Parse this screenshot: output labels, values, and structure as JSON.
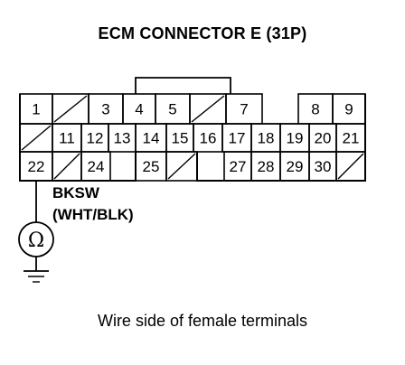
{
  "title": "ECM CONNECTOR E (31P)",
  "caption": "Wire side of female terminals",
  "connector": {
    "rows": [
      [
        {
          "label": "1"
        },
        {
          "label": "",
          "blank": true
        },
        {
          "label": "3"
        },
        {
          "label": "4"
        },
        {
          "label": "5"
        },
        {
          "label": "",
          "blank": true
        },
        {
          "label": "7"
        },
        {
          "label": "",
          "gap": true
        },
        {
          "label": "8"
        },
        {
          "label": "9"
        }
      ],
      [
        {
          "label": "",
          "blank": true
        },
        {
          "label": "11"
        },
        {
          "label": "12"
        },
        {
          "label": "13"
        },
        {
          "label": "14"
        },
        {
          "label": "15"
        },
        {
          "label": "16"
        },
        {
          "label": "17"
        },
        {
          "label": "18"
        },
        {
          "label": "19"
        },
        {
          "label": "20"
        },
        {
          "label": "21"
        }
      ],
      [
        {
          "label": "22"
        },
        {
          "label": "",
          "blank": true
        },
        {
          "label": "24"
        },
        {
          "label": "",
          "gap": true
        },
        {
          "label": "25"
        },
        {
          "label": "",
          "blank": true
        },
        {
          "label": "",
          "gap": true
        },
        {
          "label": "27"
        },
        {
          "label": "28"
        },
        {
          "label": "29"
        },
        {
          "label": "30"
        },
        {
          "label": "",
          "blank": true
        }
      ]
    ]
  },
  "wire": {
    "name": "BKSW",
    "color": "(WHT/BLK)",
    "terminal": "22"
  },
  "meter_symbol": "Ω",
  "colors": {
    "ink": "#000000",
    "background": "#ffffff"
  }
}
